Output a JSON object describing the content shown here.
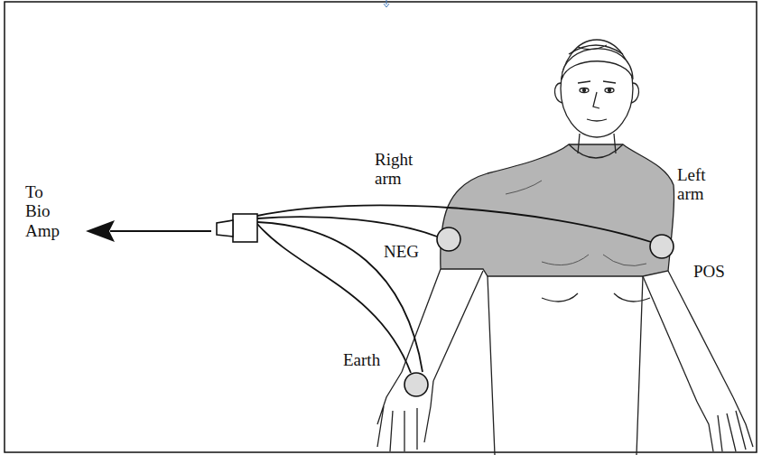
{
  "diagram": {
    "labels": [
      "To Bio Amp",
      "Right arm",
      "Left arm",
      "NEG",
      "POS",
      "Earth"
    ]
  }
}
